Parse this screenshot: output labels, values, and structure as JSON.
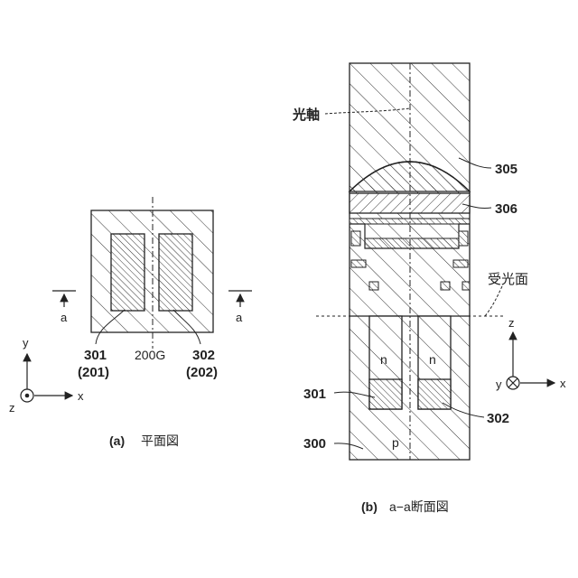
{
  "plan": {
    "caption_id": "(a)",
    "caption_text": "平面図",
    "label_301": "301",
    "label_201": "(201)",
    "label_302": "302",
    "label_202": "(202)",
    "label_pixel": "200G",
    "section_mark": "a",
    "axis_x": "x",
    "axis_y": "y",
    "axis_z": "z"
  },
  "section": {
    "caption_id": "(b)",
    "caption_text": "a−a断面図",
    "optical_axis": "光軸",
    "label_305": "305",
    "label_306": "306",
    "light_surface": "受光面",
    "label_301": "301",
    "label_302": "302",
    "label_300": "300",
    "n_left": "n",
    "n_right": "n",
    "p_region": "p",
    "axis_x": "x",
    "axis_y": "y",
    "axis_z": "z"
  }
}
